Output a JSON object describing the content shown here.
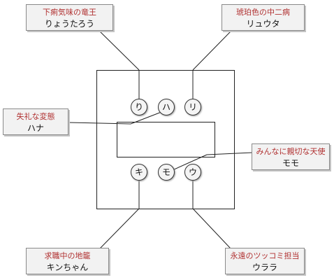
{
  "people": {
    "ryutaro": {
      "title": "下痢気味の竜王",
      "name": "りょうたろう",
      "seat": "り"
    },
    "ryuta": {
      "title": "琥珀色の中二病",
      "name": "リュウタ",
      "seat": "リ"
    },
    "hana": {
      "title": "失礼な変態",
      "name": "ハナ",
      "seat": "ハ"
    },
    "momo": {
      "title": "みんなに親切な天使",
      "name": "モモ",
      "seat": "モ"
    },
    "kin": {
      "title": "求職中の地籠",
      "name": "キンちゃん",
      "seat": "キ"
    },
    "urara": {
      "title": "永遠のツッコミ担当",
      "name": "ウララ",
      "seat": "ウ"
    }
  }
}
